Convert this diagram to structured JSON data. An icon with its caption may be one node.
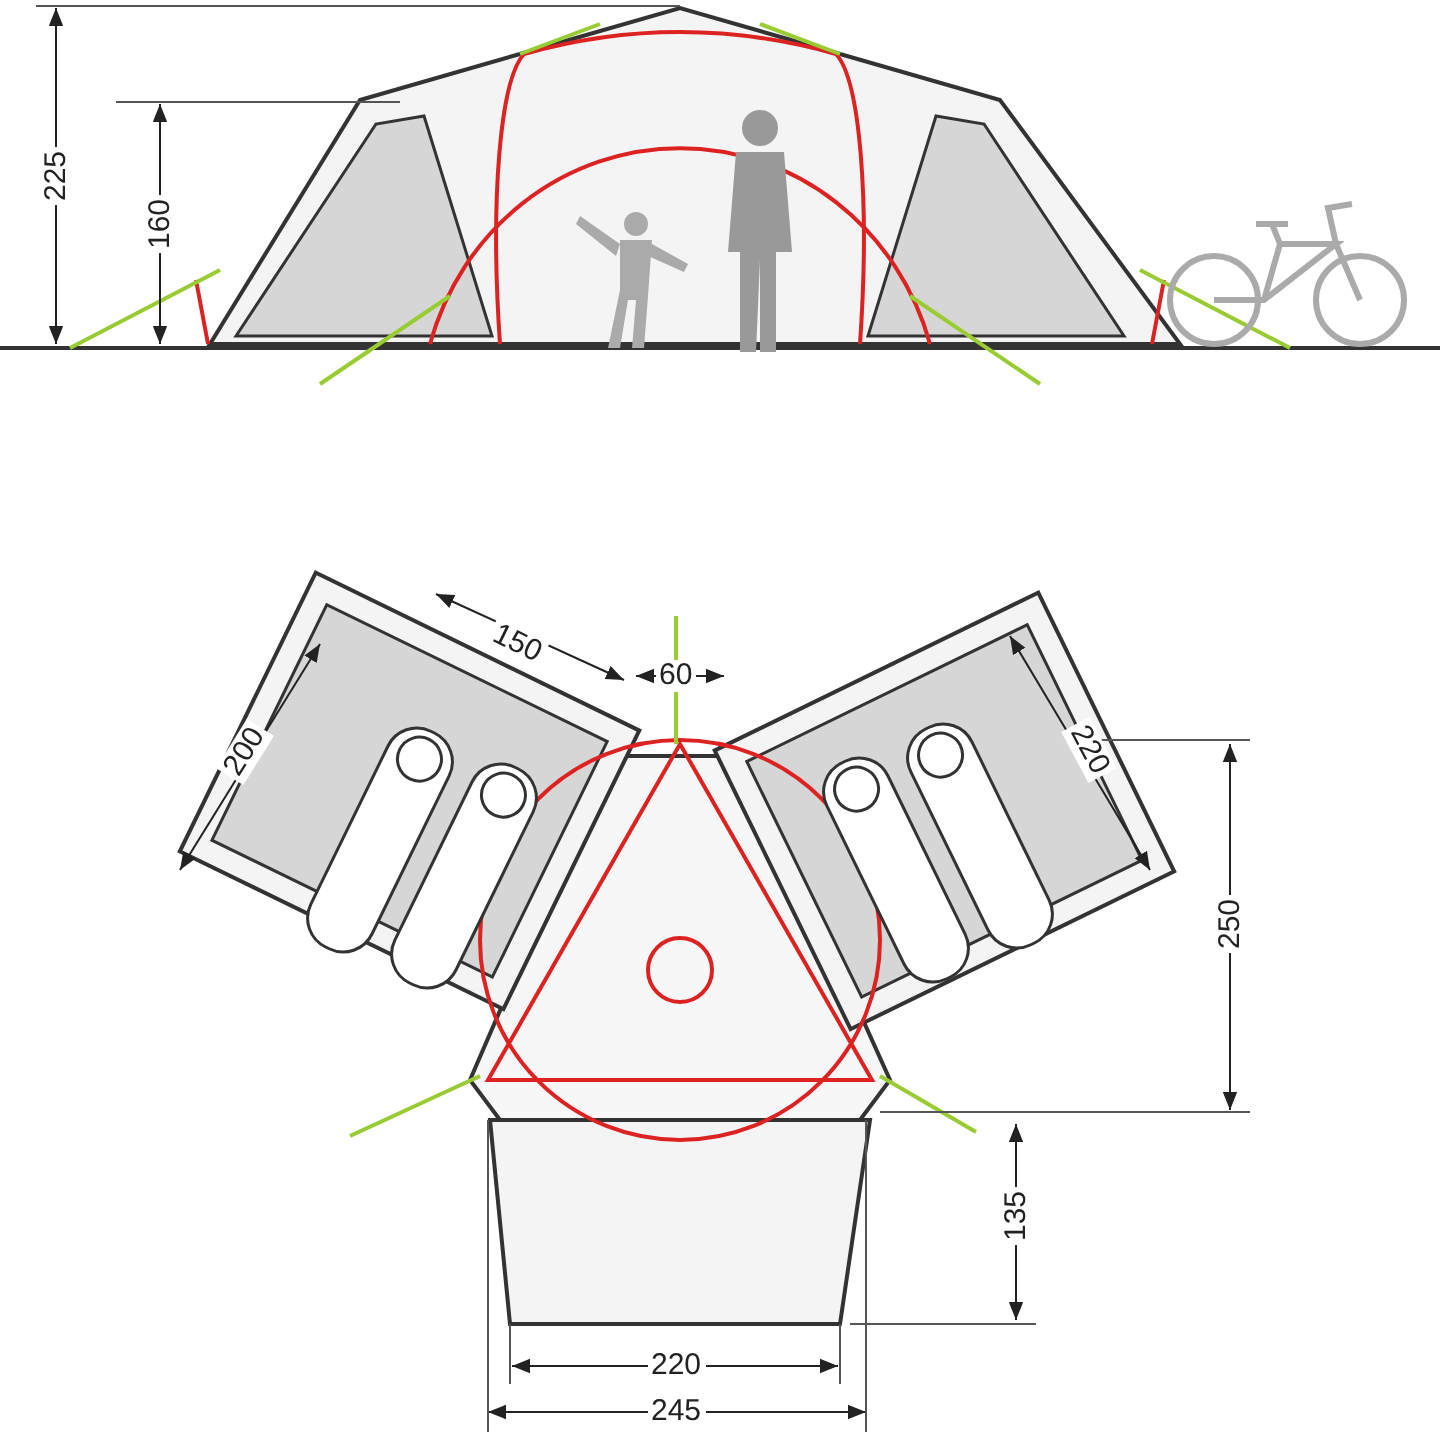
{
  "diagram": {
    "labels": [
      "225",
      "160",
      "150",
      "60",
      "200",
      "220",
      "250",
      "135",
      "220",
      "245"
    ]
  }
}
